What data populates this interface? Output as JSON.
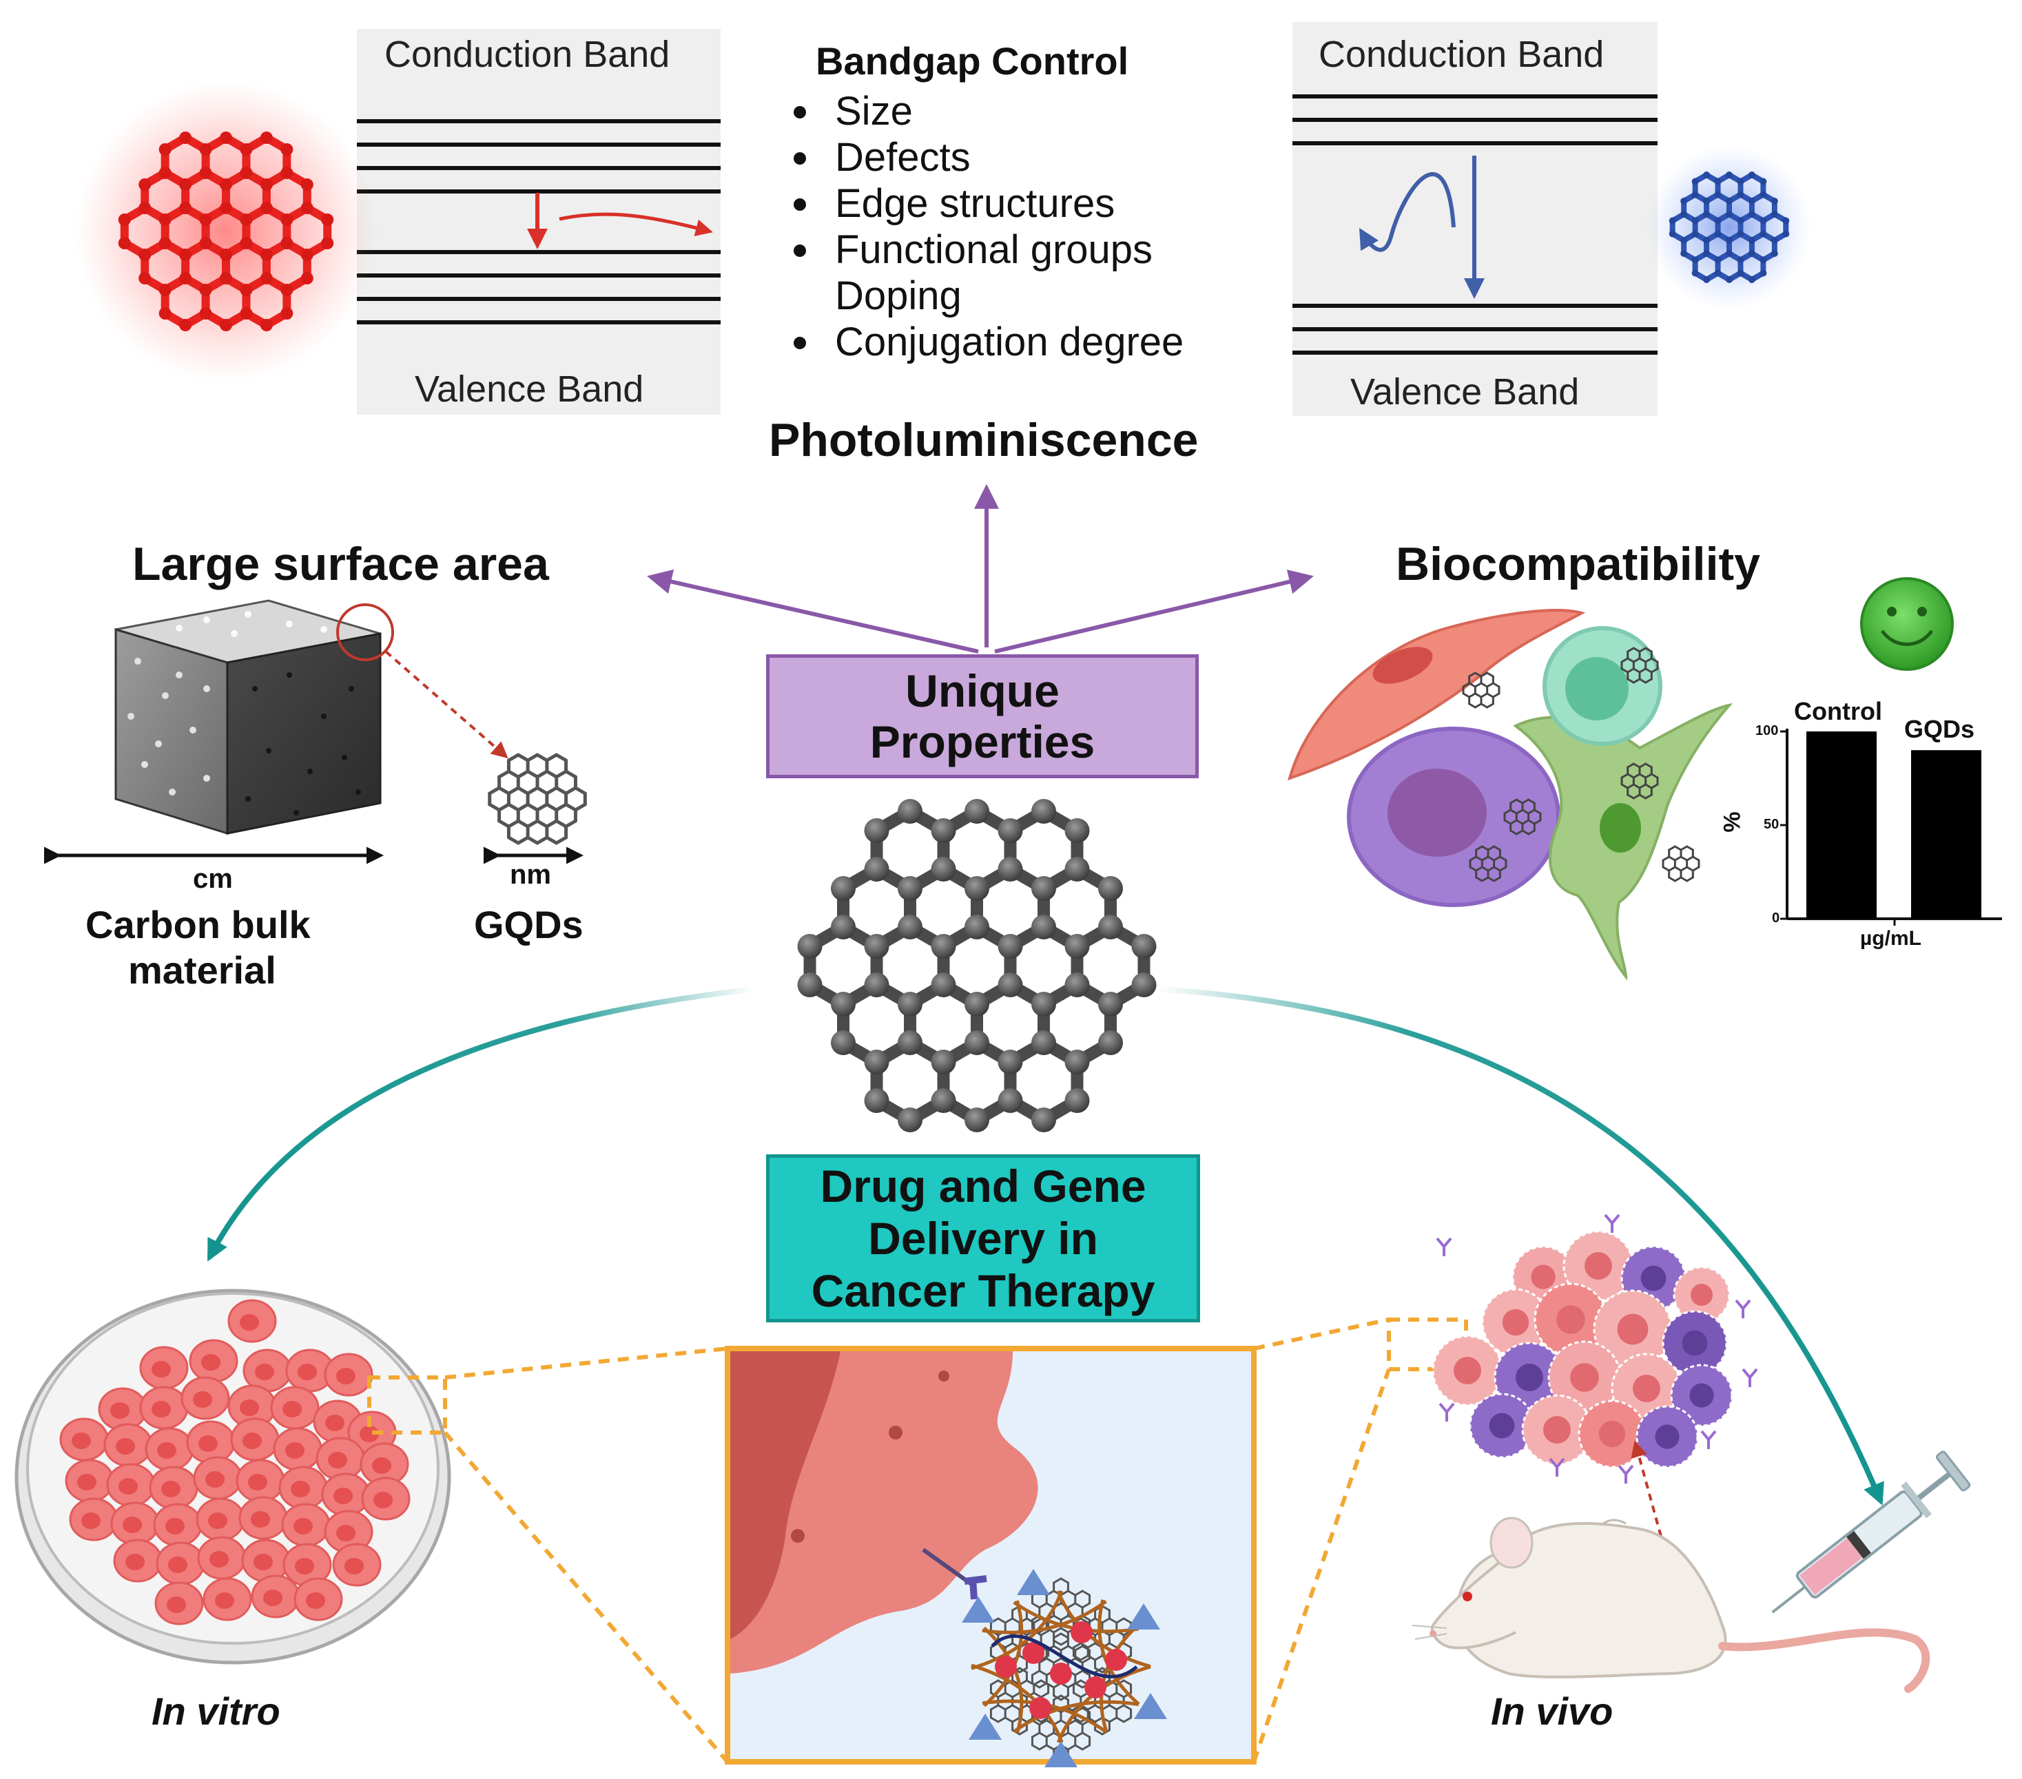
{
  "band_left": {
    "conduction": "Conduction Band",
    "valence": "Valence Band"
  },
  "band_right": {
    "conduction": "Conduction Band",
    "valence": "Valence Band"
  },
  "bandgap": {
    "title": "Bandgap Control",
    "items": [
      {
        "text": "Size",
        "bullet": true
      },
      {
        "text": "Defects",
        "bullet": true
      },
      {
        "text": "Edge structures",
        "bullet": true
      },
      {
        "text": "Functional groups",
        "bullet": true
      },
      {
        "text": "Doping",
        "bullet": false
      },
      {
        "text": "Conjugation degree",
        "bullet": true
      }
    ]
  },
  "photoluminescence": "Photoluminiscence",
  "surface": {
    "title": "Large surface area",
    "cm": "cm",
    "nm": "nm",
    "bulk_line1": "Carbon bulk",
    "bulk_line2": "material",
    "gqds": "GQDs"
  },
  "unique": {
    "line1": "Unique",
    "line2": "Properties"
  },
  "biocompat": {
    "title": "Biocompatibility",
    "chart": {
      "bar1_label": "Control",
      "bar2_label": "GQDs",
      "ylabel": "%",
      "xlabel": "µg/mL",
      "ticks": [
        "100",
        "50",
        "0"
      ]
    }
  },
  "chart_data": {
    "type": "bar",
    "categories": [
      "Control",
      "GQDs"
    ],
    "values": [
      100,
      90
    ],
    "xlabel": "µg/mL",
    "ylabel": "%",
    "ylim": [
      0,
      100
    ],
    "yticks": [
      0,
      50,
      100
    ],
    "bar_color": "#000000"
  },
  "drug": {
    "line1": "Drug and Gene",
    "line2": "Delivery in",
    "line3": "Cancer Therapy"
  },
  "in_vitro": "In vitro",
  "in_vivo": "In vivo",
  "colors": {
    "purple_box": "#c9a8db",
    "purple_border": "#8a58a8",
    "teal_box": "#1fc8c0",
    "teal_arrow": "#14948f",
    "orange": "#f2a833",
    "red_gqd": "#e8221e",
    "blue_gqd": "#2d54b3"
  }
}
